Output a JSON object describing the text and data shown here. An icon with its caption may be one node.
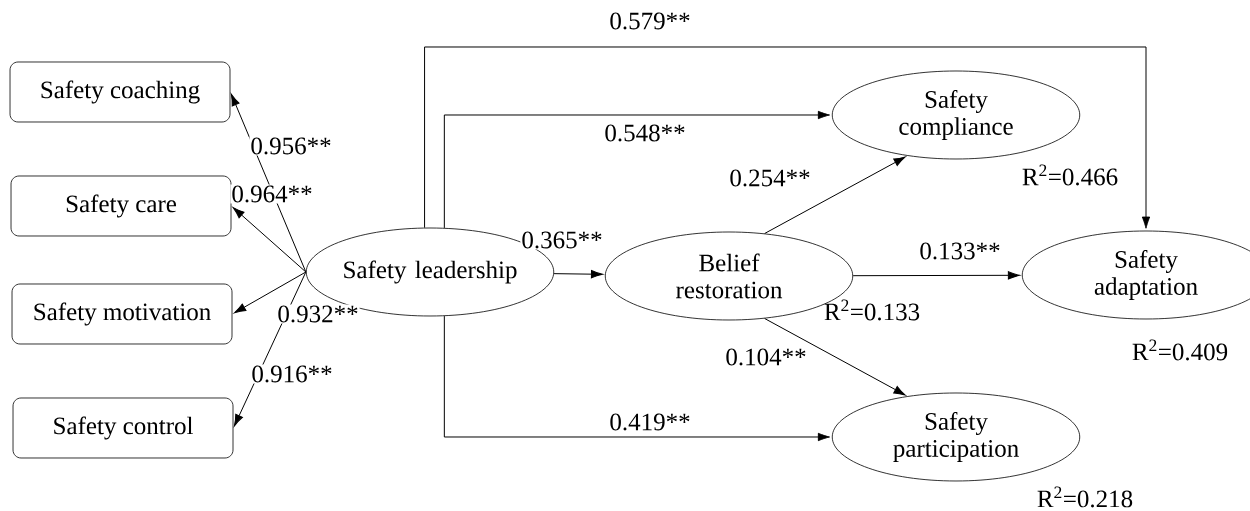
{
  "diagram": {
    "nodes": [
      {
        "text": [
          "Safety coaching"
        ]
      },
      {
        "text": [
          "Safety care"
        ]
      },
      {
        "text": [
          "Safety motivation"
        ]
      },
      {
        "text": [
          "Safety control"
        ]
      },
      {
        "text": [
          "Safety leadership"
        ]
      },
      {
        "text": [
          "Belief restoration"
        ],
        "beside": [
          "R$^{2}$=0.133"
        ]
      },
      {
        "text": [
          "Safety compliance"
        ],
        "beside": [
          "R$^{2}$=0.466"
        ]
      },
      {
        "text": [
          "Safety adaptation"
        ],
        "beside": [
          "R$^{2}$=0.409"
        ]
      },
      {
        "text": [
          "Safety participation"
        ],
        "beside": [
          "R$^{2}$=0.218"
        ]
      }
    ],
    "edges": [
      {
        "from": 4,
        "to": 0,
        "arrow": "to",
        "label": "0.956**"
      },
      {
        "from": 4,
        "to": 1,
        "arrow": "to",
        "label": "0.964**"
      },
      {
        "from": 4,
        "to": 2,
        "arrow": "to",
        "label": "0.932**"
      },
      {
        "from": 4,
        "to": 3,
        "arrow": "to",
        "label": "0.916**"
      },
      {
        "from": 4,
        "to": 5,
        "arrow": "to",
        "label": "0.365**"
      },
      {
        "from": 4,
        "to": 6,
        "arrow": "to",
        "label": "0.548**"
      },
      {
        "from": 4,
        "to": 8,
        "arrow": "to",
        "label": "0.419**"
      },
      {
        "from": 4,
        "to": 7,
        "arrow": "to",
        "label": "0.579**"
      },
      {
        "from": 5,
        "to": 6,
        "arrow": "to",
        "label": "0.254**"
      },
      {
        "from": 5,
        "to": 7,
        "arrow": "to",
        "label": "0.133**"
      },
      {
        "from": 5,
        "to": 8,
        "arrow": "to",
        "label": "0.104**"
      }
    ]
  }
}
